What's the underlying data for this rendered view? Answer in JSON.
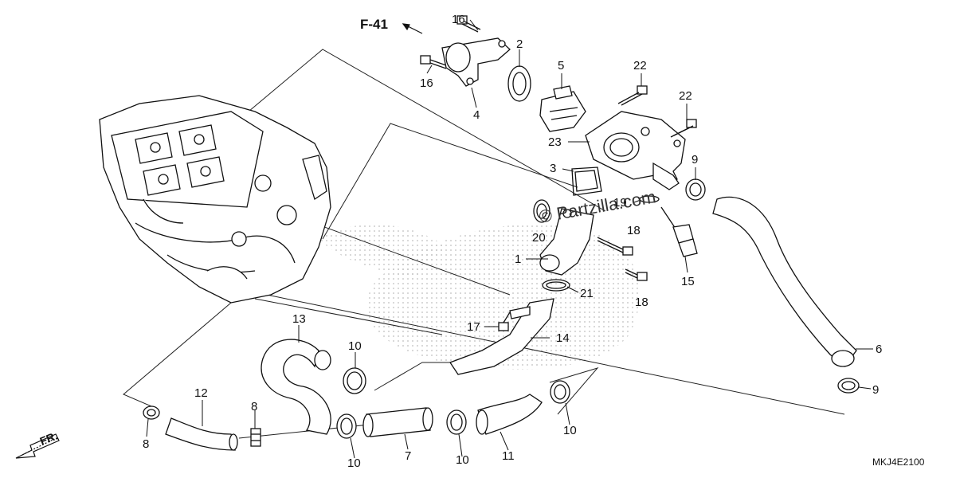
{
  "diagram": {
    "reference_link": "F-41",
    "front_marker": "FR.",
    "watermark": "© Partzilla.com",
    "diagram_code": "MKJ4E2100",
    "callouts": [
      {
        "id": "16a",
        "label": "16"
      },
      {
        "id": "16b",
        "label": "16"
      },
      {
        "id": "2",
        "label": "2"
      },
      {
        "id": "4",
        "label": "4"
      },
      {
        "id": "5",
        "label": "5"
      },
      {
        "id": "22a",
        "label": "22"
      },
      {
        "id": "22b",
        "label": "22"
      },
      {
        "id": "23",
        "label": "23"
      },
      {
        "id": "3",
        "label": "3"
      },
      {
        "id": "9a",
        "label": "9"
      },
      {
        "id": "19",
        "label": "19"
      },
      {
        "id": "20",
        "label": "20"
      },
      {
        "id": "18a",
        "label": "18"
      },
      {
        "id": "18b",
        "label": "18"
      },
      {
        "id": "1",
        "label": "1"
      },
      {
        "id": "21",
        "label": "21"
      },
      {
        "id": "15",
        "label": "15"
      },
      {
        "id": "17",
        "label": "17"
      },
      {
        "id": "14",
        "label": "14"
      },
      {
        "id": "13",
        "label": "13"
      },
      {
        "id": "10a",
        "label": "10"
      },
      {
        "id": "6",
        "label": "6"
      },
      {
        "id": "9b",
        "label": "9"
      },
      {
        "id": "12",
        "label": "12"
      },
      {
        "id": "8a",
        "label": "8"
      },
      {
        "id": "8b",
        "label": "8"
      },
      {
        "id": "10b",
        "label": "10"
      },
      {
        "id": "7",
        "label": "7"
      },
      {
        "id": "10c",
        "label": "10"
      },
      {
        "id": "11",
        "label": "11"
      },
      {
        "id": "10d",
        "label": "10"
      }
    ]
  }
}
